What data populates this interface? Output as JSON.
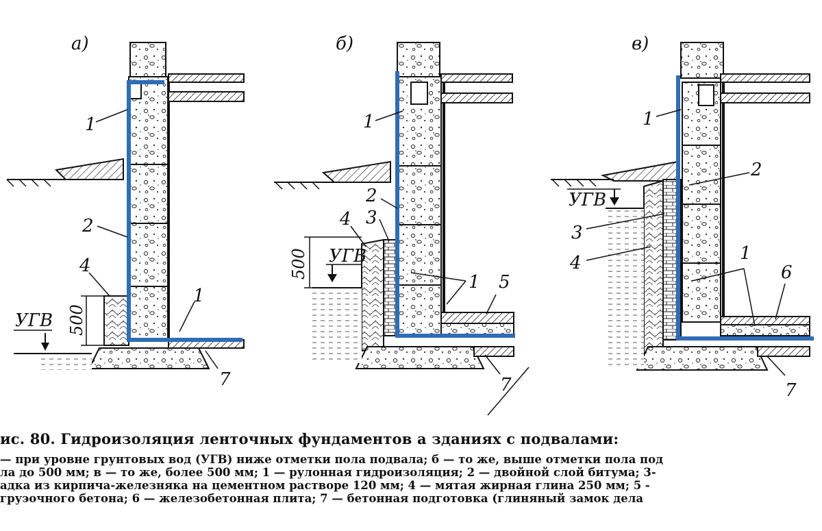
{
  "figure": {
    "panels": [
      {
        "id": "a",
        "letter": "а)",
        "callouts": [
          "1",
          "2",
          "4",
          "1",
          "7"
        ],
        "level_label": "УГВ",
        "dimension": "500"
      },
      {
        "id": "b",
        "letter": "б)",
        "callouts": [
          "1",
          "2",
          "3",
          "4",
          "1",
          "5",
          "7"
        ],
        "level_label": "УГВ",
        "dimension": "500"
      },
      {
        "id": "v",
        "letter": "в)",
        "callouts": [
          "1",
          "2",
          "3",
          "4",
          "1",
          "6",
          "7"
        ],
        "level_label": "УГВ"
      }
    ],
    "colors": {
      "waterproofing": "#2f6db5",
      "ink": "#111111",
      "concrete_dot": "#333333"
    }
  },
  "caption": {
    "title": "ис. 80. Гидроизоляция ленточных фундаментов а зданиях с подвалами:",
    "lines": [
      "— при уровне грунтовых вод (УГВ) ниже отметки пола подвала; б — то же, выше отметки пола под",
      "ла до 500 мм; в — то же, более 500 мм; 1 — рулонная гидроизоляция; 2 — двойной слой битума; 3-",
      "адка из кирпича-железняка на цементном растворе 120 мм; 4 — мятая жирная глина 250 мм; 5 -",
      "груэочного бетона; 6 — железобетонная плита; 7 — бетонная подготовка (глиняный замок дела"
    ]
  }
}
